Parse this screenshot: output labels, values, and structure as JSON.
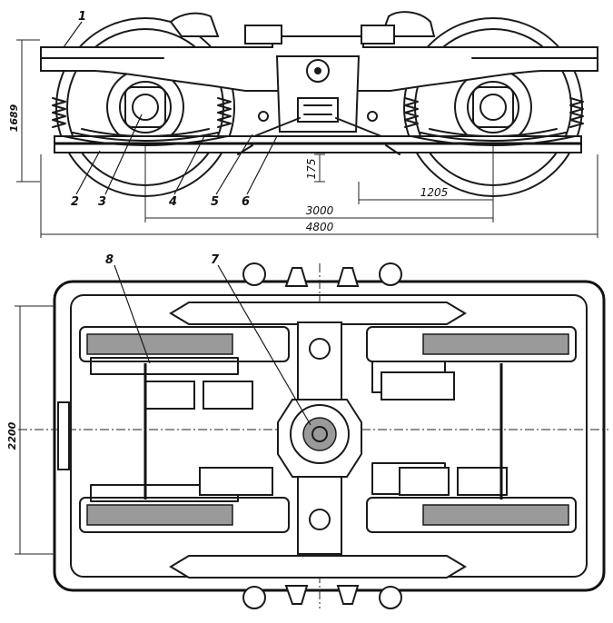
{
  "callouts": [
    "1",
    "2",
    "3",
    "4",
    "5",
    "6",
    "7",
    "8"
  ],
  "dimensions": {
    "height_side": "1689",
    "axle_box_height": "175",
    "half_base": "1205",
    "wheelbase": "3000",
    "overall_length": "4800",
    "overall_width": "2200"
  }
}
